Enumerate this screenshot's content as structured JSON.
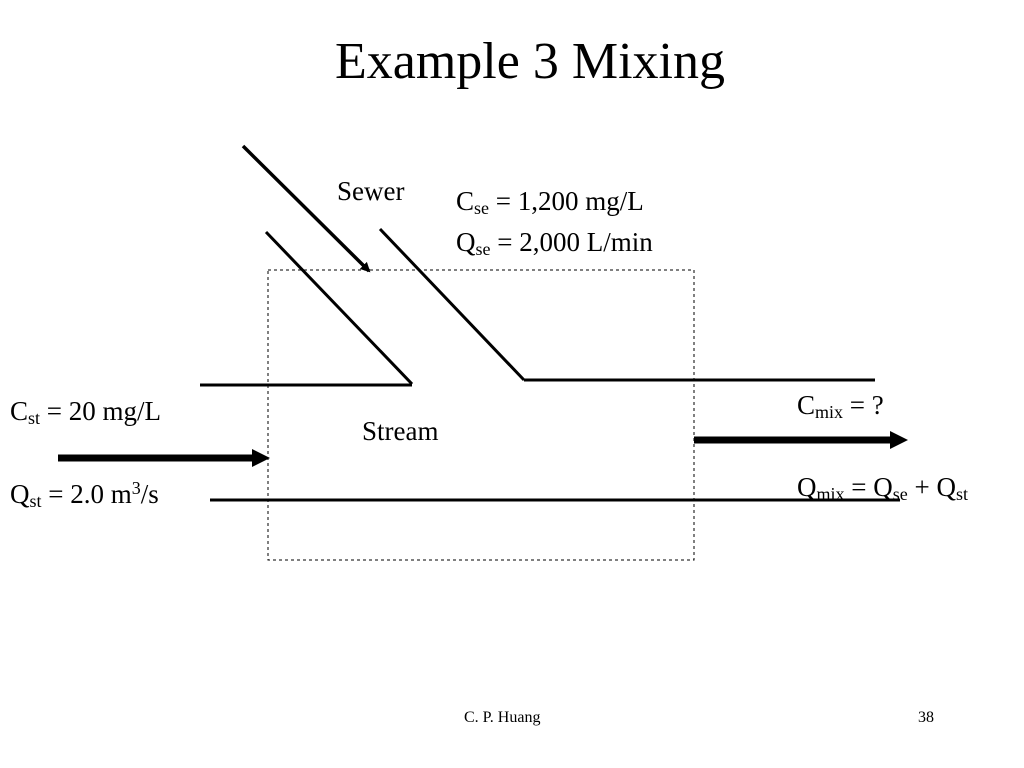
{
  "title": "Example 3 Mixing",
  "labels": {
    "sewer": "Sewer",
    "stream": "Stream"
  },
  "sewer_conditions": {
    "c_se": {
      "sym": "C",
      "sub": "se",
      "rest": " = 1,200 mg/L"
    },
    "q_se": {
      "sym": "Q",
      "sub": "se",
      "rest": " = 2,000 L/min"
    }
  },
  "stream_conditions": {
    "c_st": {
      "sym": "C",
      "sub": "st",
      "rest": " = 20 mg/L"
    },
    "q_st": {
      "sym": "Q",
      "sub": "st",
      "mid": " = 2.0 m",
      "sup": "3",
      "rest": "/s"
    }
  },
  "mix_conditions": {
    "c_mix": {
      "sym": "C",
      "sub": "mix",
      "rest": " = ?"
    },
    "q_mix": {
      "sym": "Q",
      "sub": "mix",
      "eq": " = Q",
      "sub2": "se",
      "plus": " + Q",
      "sub3": "st"
    }
  },
  "footer": {
    "author": "C. P. Huang",
    "page": "38"
  }
}
